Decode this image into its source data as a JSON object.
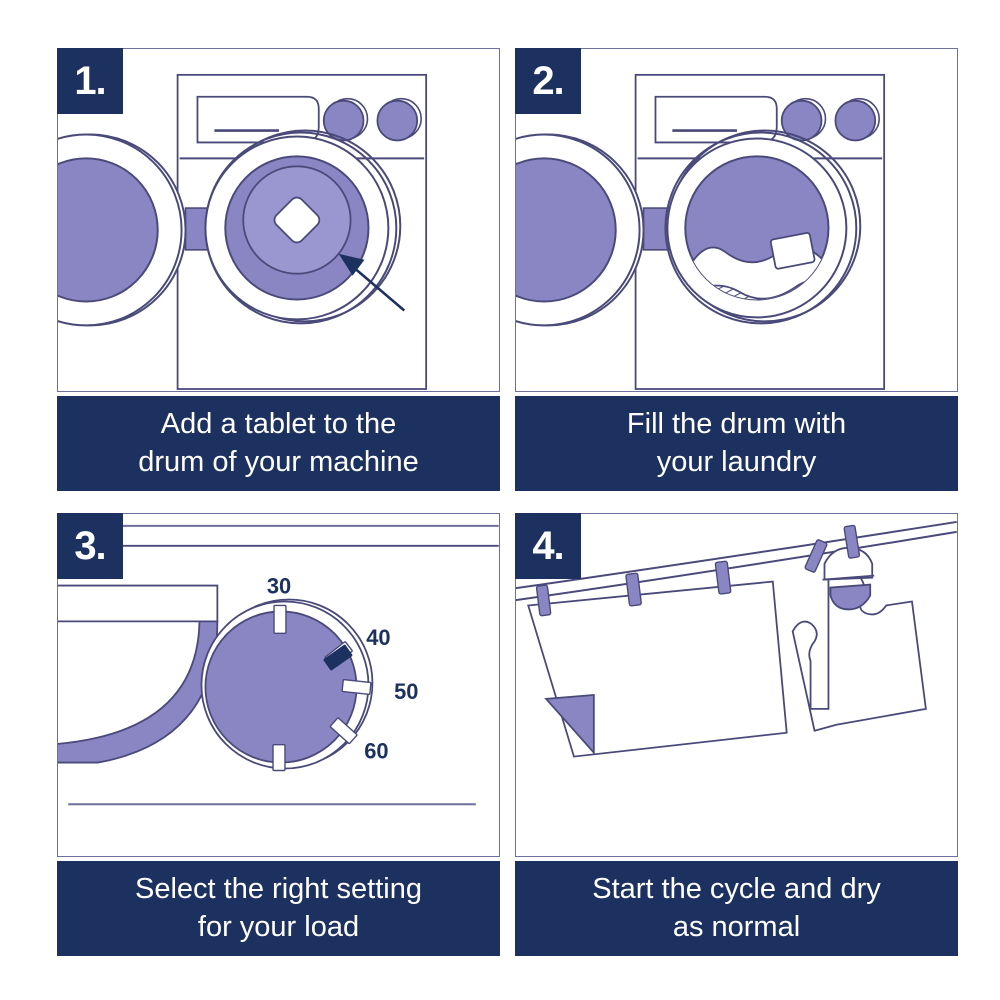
{
  "colors": {
    "navy": "#1d3160",
    "purple": "#8a86c4",
    "line": "#4a4a7a",
    "panel_border": "#6f6f9c",
    "background": "#ffffff",
    "white": "#ffffff"
  },
  "panels": [
    {
      "number": "1.",
      "caption": "Add a tablet to the\ndrum of your machine",
      "illustration": "washing-machine-open-door-with-tablet",
      "elements": [
        "washing-machine-body",
        "detergent-drawer",
        "control-knob-left",
        "control-knob-right",
        "open-door",
        "drum-opening",
        "detergent-tablet",
        "pointer-arrow"
      ]
    },
    {
      "number": "2.",
      "caption": "Fill the drum with\nyour laundry",
      "illustration": "washing-machine-drum-filled-with-laundry",
      "elements": [
        "washing-machine-body",
        "detergent-drawer",
        "control-knob-left",
        "control-knob-right",
        "open-door",
        "drum-opening",
        "laundry-pile",
        "folded-garment"
      ]
    },
    {
      "number": "3.",
      "caption": "Select the right setting\nfor your load",
      "illustration": "washing-machine-program-dial",
      "dial": {
        "labels": [
          "30",
          "40",
          "50",
          "60"
        ],
        "selected": "40"
      },
      "elements": [
        "machine-front-edge",
        "drum-curve",
        "program-dial",
        "dial-pointer",
        "dial-tick-30",
        "dial-tick-40",
        "dial-tick-50",
        "dial-tick-60"
      ]
    },
    {
      "number": "4.",
      "caption": "Start the cycle and dry\nas normal",
      "illustration": "laundry-drying-on-clothesline",
      "elements": [
        "clothesline",
        "clothespin-1",
        "clothespin-2",
        "clothespin-3",
        "clothespin-4",
        "clothespin-5",
        "hanging-towel",
        "hanging-shirt",
        "shirt-pocket"
      ]
    }
  ]
}
